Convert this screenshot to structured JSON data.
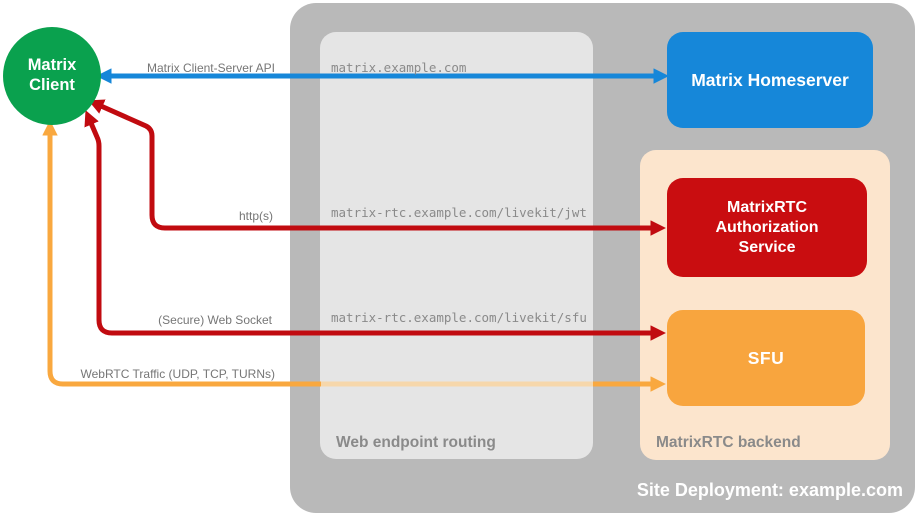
{
  "title": "MatrixRTC site deployment diagram",
  "containers": {
    "site": {
      "label": "Site Deployment: example.com",
      "color": "#b9b9b9"
    },
    "routing": {
      "label": "Web endpoint routing",
      "color": "#e5e5e5"
    },
    "backend": {
      "label": "MatrixRTC backend",
      "color": "#fce5cd"
    }
  },
  "nodes": {
    "client": {
      "label": "Matrix Client",
      "shape": "circle",
      "color": "#0aa14e"
    },
    "homeserver": {
      "label": "Matrix Homeserver",
      "color": "#1687d9"
    },
    "auth_service": {
      "label": "MatrixRTC Authorization Service",
      "color": "#c90d10"
    },
    "sfu": {
      "label": "SFU",
      "color": "#f8a53e"
    }
  },
  "connections": [
    {
      "name": "client-server-api",
      "label": "Matrix Client-Server API",
      "endpoint": "matrix.example.com",
      "color": "#1687d9",
      "from": "Matrix Client",
      "to": "Matrix Homeserver",
      "bidirectional": true
    },
    {
      "name": "https",
      "label": "http(s)",
      "endpoint": "matrix-rtc.example.com/livekit/jwt",
      "color": "#c10b10",
      "from": "Matrix Client",
      "to": "MatrixRTC Authorization Service",
      "bidirectional": true
    },
    {
      "name": "websocket",
      "label": "(Secure) Web Socket",
      "endpoint": "matrix-rtc.example.com/livekit/sfu",
      "color": "#c10b10",
      "from": "Matrix Client",
      "to": "SFU",
      "bidirectional": true
    },
    {
      "name": "webrtc",
      "label": "WebRTC Traffic (UDP, TCP, TURNs)",
      "endpoint": "",
      "color": "#f9a83f",
      "pale_color": "#f6d7ab",
      "from": "Matrix Client",
      "to": "SFU",
      "bidirectional": true
    }
  ]
}
